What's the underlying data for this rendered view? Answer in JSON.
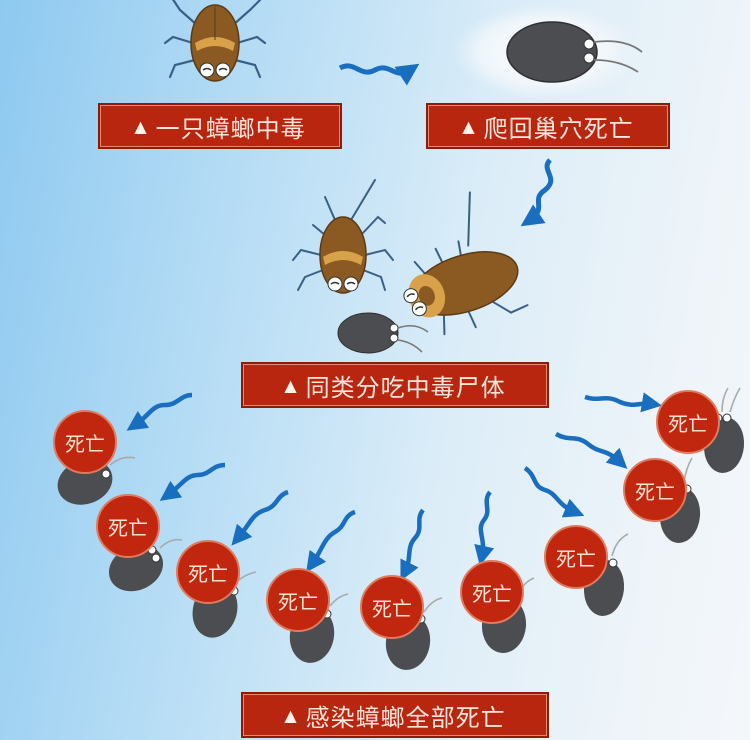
{
  "colors": {
    "label_bg": "#b8260f",
    "label_text": "#ffe6dc",
    "arrow": "#1a6ec0",
    "dead_circle": "#c0270e",
    "dead_body": "#505256",
    "live_body": "#8a5a22",
    "live_band": "#d9a24a"
  },
  "steps": [
    {
      "icon": "triangle-icon",
      "glyph": "▲",
      "text": "一只蟑螂中毒"
    },
    {
      "icon": "triangle-icon",
      "glyph": "▲",
      "text": "爬回巢穴死亡"
    },
    {
      "icon": "triangle-icon",
      "glyph": "▲",
      "text": "同类分吃中毒尸体"
    },
    {
      "icon": "triangle-icon",
      "glyph": "▲",
      "text": "感染蟑螂全部死亡"
    }
  ],
  "dead_badges": [
    {
      "text": "死亡"
    },
    {
      "text": "死亡"
    },
    {
      "text": "死亡"
    },
    {
      "text": "死亡"
    },
    {
      "text": "死亡"
    },
    {
      "text": "死亡"
    },
    {
      "text": "死亡"
    },
    {
      "text": "死亡"
    },
    {
      "text": "死亡"
    }
  ]
}
